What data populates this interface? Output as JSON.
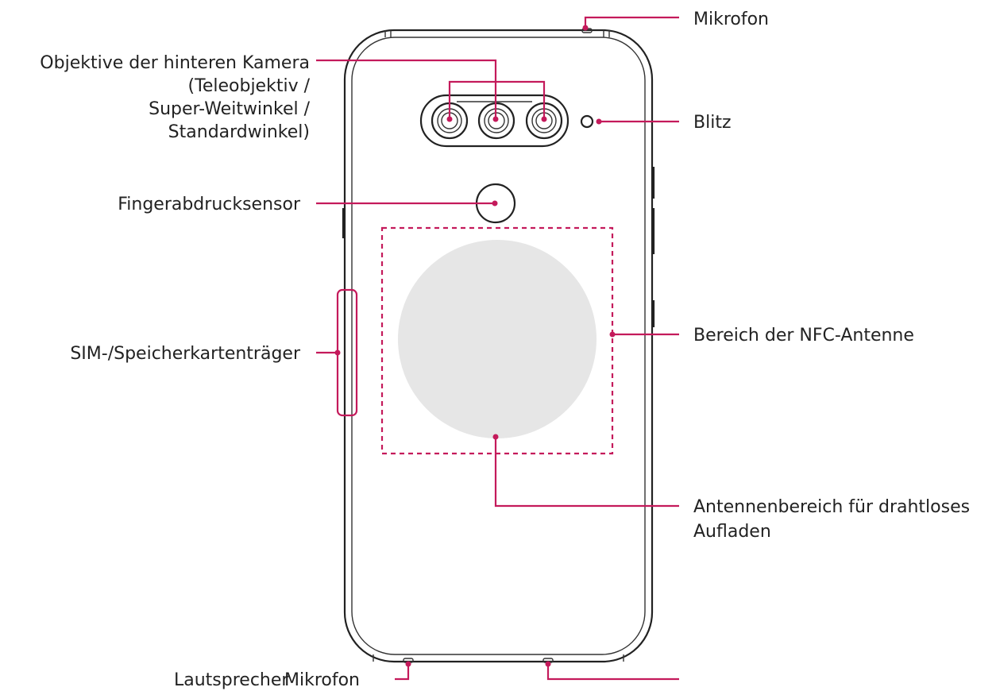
{
  "colors": {
    "leader": "#c41a5b",
    "outline": "#222222",
    "charging_area": "#e6e6e6",
    "background": "#ffffff"
  },
  "labels": {
    "microphone_top": "Mikrofon",
    "rear_camera_line1": "Objektive der hinteren Kamera",
    "rear_camera_line2": "(Teleobjektiv /",
    "rear_camera_line3": "Super-Weitwinkel /",
    "rear_camera_line4": "Standardwinkel)",
    "flash": "Blitz",
    "fingerprint": "Fingerabdrucksensor",
    "sim_tray": "SIM-/Speicherkartenträger",
    "nfc": "Bereich der NFC-Antenne",
    "wireless_line1": "Antennenbereich für drahtloses",
    "wireless_line2": "Aufladen",
    "speaker": "Lautsprecher",
    "microphone_bottom": "Mikrofon"
  }
}
